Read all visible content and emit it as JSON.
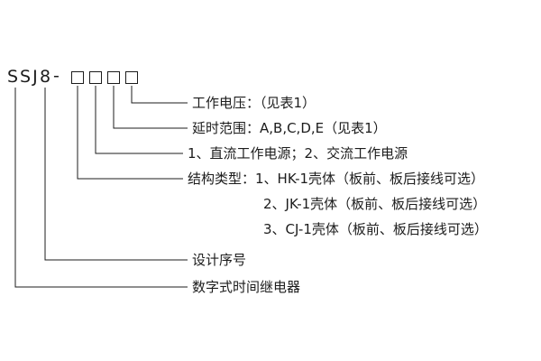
{
  "diagram": {
    "model_code": {
      "prefix": "SSJ",
      "design_number": "8",
      "separator": "-",
      "placeholder_boxes": 4
    },
    "callouts": {
      "working_voltage": "工作电压：（见表1）",
      "delay_range": "延时范围：A,B,C,D,E（见表1）",
      "power_type": "1、直流工作电源；2、交流工作电源",
      "structure_type_line1": "结构类型：1、HK-1壳体（板前、板后接线可选）",
      "structure_type_line2": "2、JK-1壳体（板前、板后接线可选）",
      "structure_type_line3": "3、CJ-1壳体（板前、板后接线可选）",
      "design_serial": "设计序号",
      "product_name": "数字式时间继电器"
    },
    "colors": {
      "line": "#1c1c1c",
      "background": "#ffffff"
    }
  }
}
